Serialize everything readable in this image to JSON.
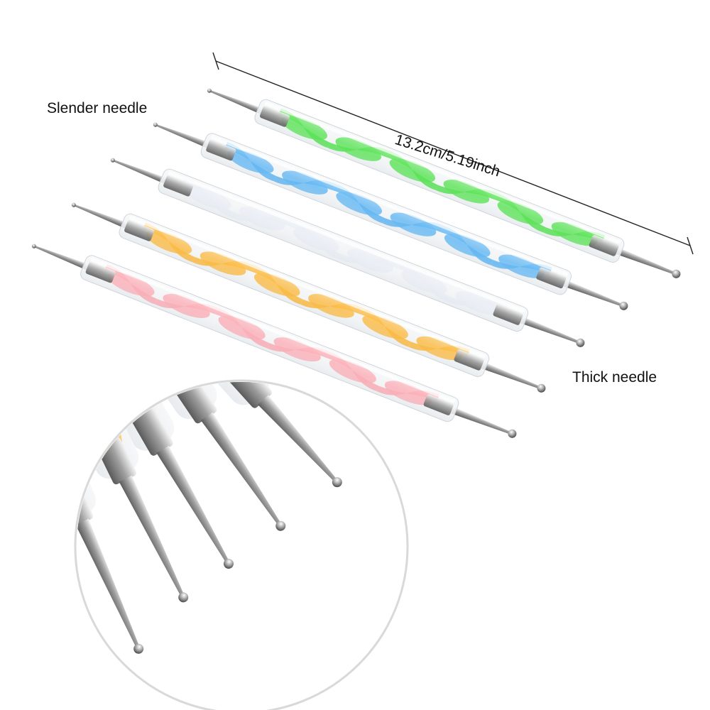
{
  "labels": {
    "slender_needle": "Slender needle",
    "thick_needle": "Thick needle",
    "length": "13.2cm/5.19inch"
  },
  "tools": [
    {
      "color": "green",
      "hex": "#33e02c"
    },
    {
      "color": "blue",
      "hex": "#3ea9f2"
    },
    {
      "color": "white",
      "hex": "#e8eef5"
    },
    {
      "color": "orange",
      "hex": "#ffad14"
    },
    {
      "color": "pink",
      "hex": "#ff9ca6"
    }
  ],
  "colors": {
    "background": "#ffffff",
    "text": "#111111",
    "metal": "#9a9a9a",
    "inset_ring": "#d9d9d9"
  }
}
